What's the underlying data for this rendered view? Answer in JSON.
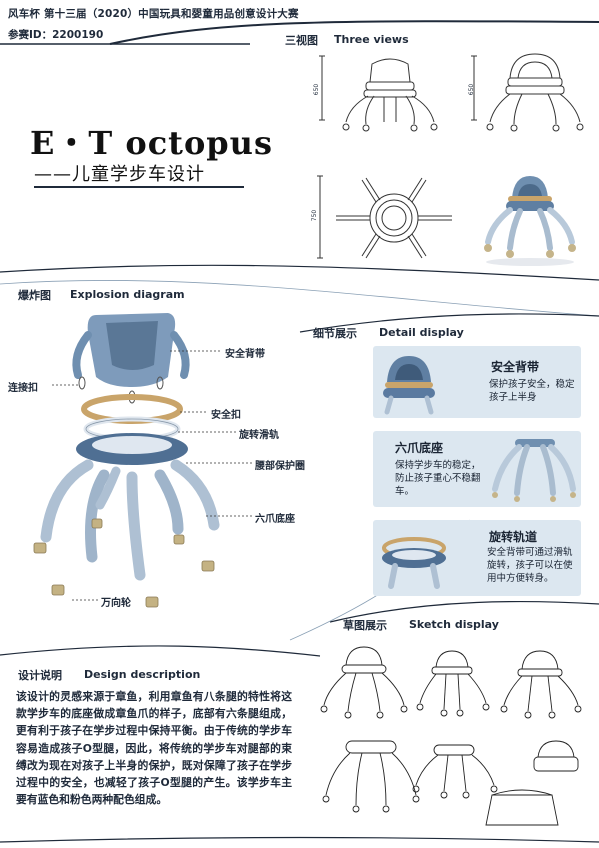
{
  "header": {
    "competition": "风车杯 第十三届（2020）中国玩具和婴童用品创意设计大赛",
    "entry_id": "参赛ID：2200190"
  },
  "title": {
    "main": "E・T octopus",
    "sub": "——儿童学步车设计"
  },
  "three_views": {
    "cn": "三视图",
    "en": "Three views",
    "dims": [
      "650",
      "650",
      "750"
    ]
  },
  "explosion": {
    "cn": "爆炸图",
    "en": "Explosion diagram",
    "labels": {
      "backrest": "安全背带",
      "connector": "连接扣",
      "buckle": "安全扣",
      "rail": "旋转滑轨",
      "waist": "腰部保护圈",
      "base": "六爪底座",
      "wheel": "万向轮"
    }
  },
  "detail": {
    "cn": "细节展示",
    "en": "Detail display",
    "cards": [
      {
        "title": "安全背带",
        "text": "保护孩子安全，稳定孩子上半身"
      },
      {
        "title": "六爪底座",
        "text": "保持学步车的稳定，防止孩子重心不稳翻车。"
      },
      {
        "title": "旋转轨道",
        "text": "安全背带可通过滑轨旋转，孩子可以在使用中方便转身。"
      }
    ]
  },
  "sketch": {
    "cn": "草图展示",
    "en": "Sketch display"
  },
  "design": {
    "cn": "设计说明",
    "en": "Design description",
    "text": "该设计的灵感来源于章鱼，利用章鱼有八条腿的特性将这款学步车的底座做成章鱼爪的样子，底部有六条腿组成，更有利于孩子在学步过程中保持平衡。由于传统的学步车容易造成孩子O型腿，因此，将传统的学步车对腿部的束缚改为现在对孩子上半身的保护，既对保障了孩子在学步过程中的安全，也减轻了孩子O型腿的产生。该学步车主要有蓝色和粉色两种配色组成。"
  },
  "colors": {
    "navy": "#1f2a3a",
    "product_blue": "#6f8fb0",
    "light_blue": "#b8c9da",
    "card_bg": "#dce7f0",
    "wood": "#c9a46a"
  }
}
